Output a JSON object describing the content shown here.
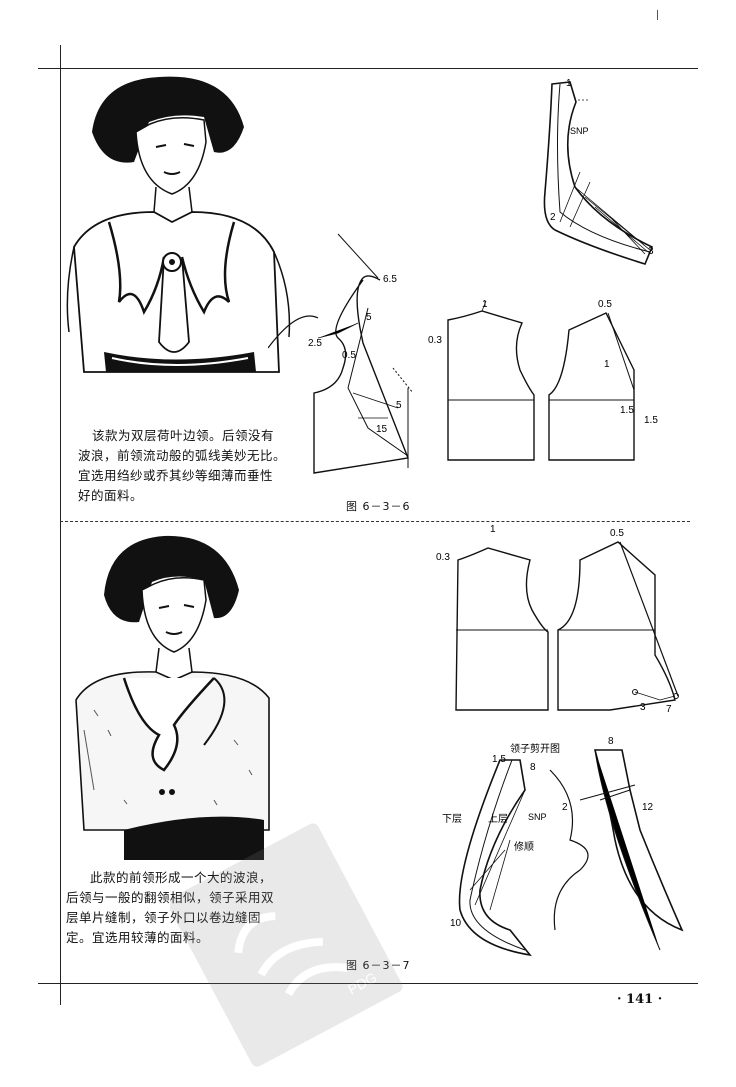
{
  "section1": {
    "description_lines": [
      "该款为双层荷叶边领。后领没有",
      "波浪，前领流动般的弧线美妙无比。",
      "宜选用绉纱或乔其纱等细薄而垂性",
      "好的面料。"
    ],
    "caption": "图 6－3－6",
    "labels": {
      "l1": "1",
      "snp": "SNP",
      "l2": "2",
      "l3": "3",
      "l65": "6.5",
      "l5a": "5",
      "l25": "2.5",
      "l05": "0.5",
      "l5b": "5",
      "l15": "15",
      "lb1": "1",
      "lb03": "0.3",
      "lf05": "0.5",
      "lf1": "1",
      "lf15a": "1.5",
      "lf15b": "1.5"
    }
  },
  "section2": {
    "description_lines": [
      "此款的前领形成一个大的波浪，",
      "后领与一般的翻领相似，领子采用双",
      "层单片缝制，领子外口以卷边缝固",
      "定。宜选用较薄的面料。"
    ],
    "caption": "图 6－3－7",
    "labels": {
      "lb1": "1",
      "lb03": "0.3",
      "lf05": "0.5",
      "l3": "3",
      "l7": "7",
      "collar_title": "领子剪开图",
      "l8a": "8",
      "l15": "1.5",
      "l8b": "8",
      "lower": "下层",
      "upper": "上层",
      "snp": "SNP",
      "trim": "修顺",
      "l10": "10",
      "l2": "2",
      "l12": "12"
    }
  },
  "page_number": "· 141 ·",
  "watermark_text": "PDG"
}
